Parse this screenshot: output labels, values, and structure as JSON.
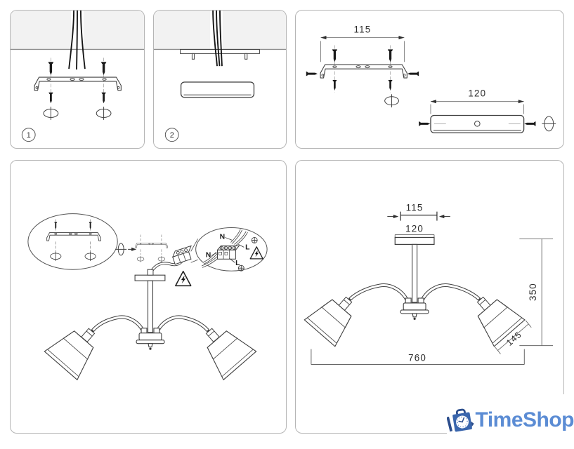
{
  "panels": {
    "step1": {
      "number": "1"
    },
    "step2": {
      "number": "2"
    },
    "parts": {
      "bracket_width_mm": "115",
      "canopy_width_mm": "120"
    },
    "assembly": {
      "wiring": {
        "n_top": "N",
        "l_top": "L",
        "n_left": "N",
        "l_bottom": "L"
      }
    },
    "overview": {
      "dim_bracket": "115",
      "dim_canopy": "120",
      "dim_height": "350",
      "dim_shade": "145",
      "dim_total_width": "760"
    }
  },
  "logo": {
    "text": "TimeShop",
    "text_color": "#5b8cd4",
    "bag_color": "#3a66ad",
    "dark_color": "#2b4d8c"
  },
  "drawing_colors": {
    "line": "#3f3f3f",
    "wire": "#161616",
    "hatch_line": "#c6c6c6",
    "ceiling_edge": "#8f8f8f",
    "panel_border": "#b5b5b5"
  }
}
